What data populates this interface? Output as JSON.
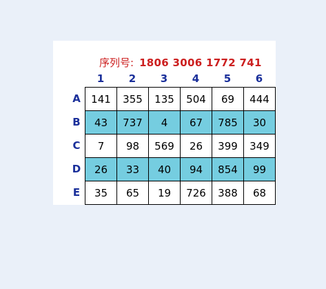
{
  "serial": {
    "label": "序列号:",
    "value": "1806 3006 1772 741"
  },
  "columns": [
    "1",
    "2",
    "3",
    "4",
    "5",
    "6"
  ],
  "rows": [
    {
      "label": "A",
      "values": [
        "141",
        "355",
        "135",
        "504",
        "69",
        "444"
      ],
      "shaded": false
    },
    {
      "label": "B",
      "values": [
        "43",
        "737",
        "4",
        "67",
        "785",
        "30"
      ],
      "shaded": true
    },
    {
      "label": "C",
      "values": [
        "7",
        "98",
        "569",
        "26",
        "399",
        "349"
      ],
      "shaded": false
    },
    {
      "label": "D",
      "values": [
        "26",
        "33",
        "40",
        "94",
        "854",
        "99"
      ],
      "shaded": true
    },
    {
      "label": "E",
      "values": [
        "35",
        "65",
        "19",
        "726",
        "388",
        "68"
      ],
      "shaded": false
    }
  ],
  "colors": {
    "page_background": "#eaf0f9",
    "card_background": "#ffffff",
    "serial_text": "#cc1f1f",
    "header_text": "#1a2f9a",
    "shaded_row": "#75cde0"
  }
}
